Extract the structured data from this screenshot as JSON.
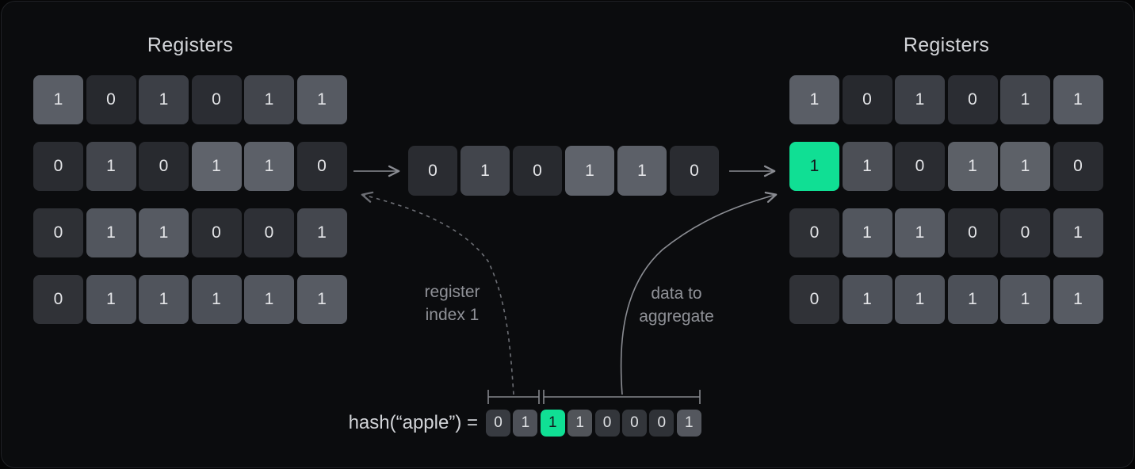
{
  "colors": {
    "outer_bg": "#050506",
    "panel_bg": "#0b0c0e",
    "panel_border": "#202226",
    "title": "#d2d4d8",
    "cell_text": "#e4e5e8",
    "green": "#10df94",
    "green_text": "#14171c",
    "label_text": "#8f9197",
    "arrow": "#8a8c92",
    "dashed_arrow": "#6d6f75",
    "bracket": "#84868c",
    "bit_text": "#dfe1e4"
  },
  "left_registers": {
    "title": "Registers",
    "rows": [
      [
        {
          "v": "1",
          "c": "#5a5e66"
        },
        {
          "v": "0",
          "c": "#27292e"
        },
        {
          "v": "1",
          "c": "#3c3f46"
        },
        {
          "v": "0",
          "c": "#2b2d33"
        },
        {
          "v": "1",
          "c": "#42454c"
        },
        {
          "v": "1",
          "c": "#565a62"
        }
      ],
      [
        {
          "v": "0",
          "c": "#2a2c31"
        },
        {
          "v": "1",
          "c": "#42454c"
        },
        {
          "v": "0",
          "c": "#282a2f"
        },
        {
          "v": "1",
          "c": "#5f636b"
        },
        {
          "v": "1",
          "c": "#5c6068"
        },
        {
          "v": "0",
          "c": "#2a2c31"
        }
      ],
      [
        {
          "v": "0",
          "c": "#2e3035"
        },
        {
          "v": "1",
          "c": "#52565e"
        },
        {
          "v": "1",
          "c": "#565a62"
        },
        {
          "v": "0",
          "c": "#2b2d32"
        },
        {
          "v": "0",
          "c": "#2e3036"
        },
        {
          "v": "1",
          "c": "#44474e"
        }
      ],
      [
        {
          "v": "0",
          "c": "#303237"
        },
        {
          "v": "1",
          "c": "#4e525a"
        },
        {
          "v": "1",
          "c": "#50545c"
        },
        {
          "v": "1",
          "c": "#4c5058"
        },
        {
          "v": "1",
          "c": "#53575f"
        },
        {
          "v": "1",
          "c": "#575b63"
        }
      ]
    ]
  },
  "merge_row": {
    "cells": [
      {
        "v": "0",
        "c": "#2a2c31"
      },
      {
        "v": "1",
        "c": "#42454c"
      },
      {
        "v": "0",
        "c": "#282a2f"
      },
      {
        "v": "1",
        "c": "#5f636b"
      },
      {
        "v": "1",
        "c": "#5c6068"
      },
      {
        "v": "0",
        "c": "#2a2c31"
      }
    ]
  },
  "right_registers": {
    "title": "Registers",
    "rows": [
      [
        {
          "v": "1",
          "c": "#5a5e66"
        },
        {
          "v": "0",
          "c": "#27292e"
        },
        {
          "v": "1",
          "c": "#3c3f46"
        },
        {
          "v": "0",
          "c": "#2b2d33"
        },
        {
          "v": "1",
          "c": "#42454c"
        },
        {
          "v": "1",
          "c": "#565a62"
        }
      ],
      [
        {
          "v": "1",
          "c": "#10df94",
          "highlight": true
        },
        {
          "v": "1",
          "c": "#4c4f56"
        },
        {
          "v": "0",
          "c": "#2a2c31"
        },
        {
          "v": "1",
          "c": "#5c6067"
        },
        {
          "v": "1",
          "c": "#5d6168"
        },
        {
          "v": "0",
          "c": "#2a2c31"
        }
      ],
      [
        {
          "v": "0",
          "c": "#2e3035"
        },
        {
          "v": "1",
          "c": "#52565e"
        },
        {
          "v": "1",
          "c": "#565a62"
        },
        {
          "v": "0",
          "c": "#2b2d32"
        },
        {
          "v": "0",
          "c": "#2e3036"
        },
        {
          "v": "1",
          "c": "#44474e"
        }
      ],
      [
        {
          "v": "0",
          "c": "#303237"
        },
        {
          "v": "1",
          "c": "#4e525a"
        },
        {
          "v": "1",
          "c": "#50545c"
        },
        {
          "v": "1",
          "c": "#4c5058"
        },
        {
          "v": "1",
          "c": "#53575f"
        },
        {
          "v": "1",
          "c": "#575b63"
        }
      ]
    ]
  },
  "annotations": {
    "register_index_line1": "register",
    "register_index_line2": "index 1",
    "aggregate_line1": "data to",
    "aggregate_line2": "aggregate"
  },
  "hash": {
    "label": "hash(“apple”) =",
    "bits": [
      {
        "v": "0",
        "c": "#383b41"
      },
      {
        "v": "1",
        "c": "#4e5158"
      },
      {
        "v": "1",
        "c": "#10df94",
        "highlight": true
      },
      {
        "v": "1",
        "c": "#515459"
      },
      {
        "v": "0",
        "c": "#33363b"
      },
      {
        "v": "0",
        "c": "#33363b"
      },
      {
        "v": "0",
        "c": "#2f3237"
      },
      {
        "v": "1",
        "c": "#54575e"
      }
    ]
  }
}
